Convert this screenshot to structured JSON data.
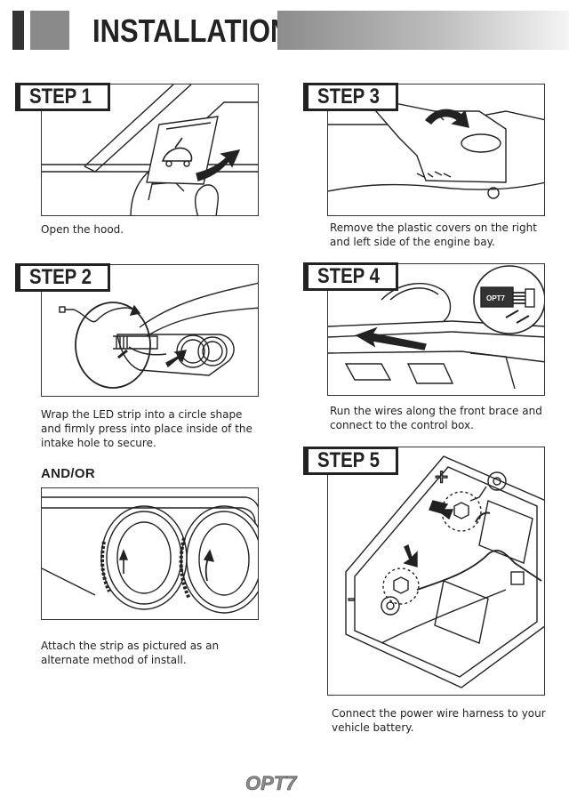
{
  "header": {
    "title": "INSTALLATION"
  },
  "steps": [
    {
      "label": "STEP 1",
      "caption": "Open the hood."
    },
    {
      "label": "STEP 2",
      "caption": "Wrap the LED strip into a circle shape and firmly press into place inside of the intake hole to secure."
    },
    {
      "label": "STEP 3",
      "caption": "Remove the plastic covers on the right and left side of the engine bay."
    },
    {
      "label": "STEP 4",
      "caption": "Run the wires along the front brace and connect to the control box."
    },
    {
      "label": "STEP 5",
      "caption": "Connect the power wire harness to your vehicle battery."
    }
  ],
  "alternate": {
    "heading": "AND/OR",
    "caption": "Attach the strip as pictured as an alternate method of install."
  },
  "illustration_text": {
    "control_box_label": "OPT7",
    "battery_plus": "+",
    "battery_minus": "-"
  },
  "footer": {
    "brand": "OPT7"
  },
  "colors": {
    "ink": "#222222",
    "header_gray": "#8a8a8a",
    "gradient_end": "#f4f4f4"
  },
  "icons": [
    "hood-release-icon",
    "curved-arrow-icon",
    "pointer-arrow-icon"
  ]
}
